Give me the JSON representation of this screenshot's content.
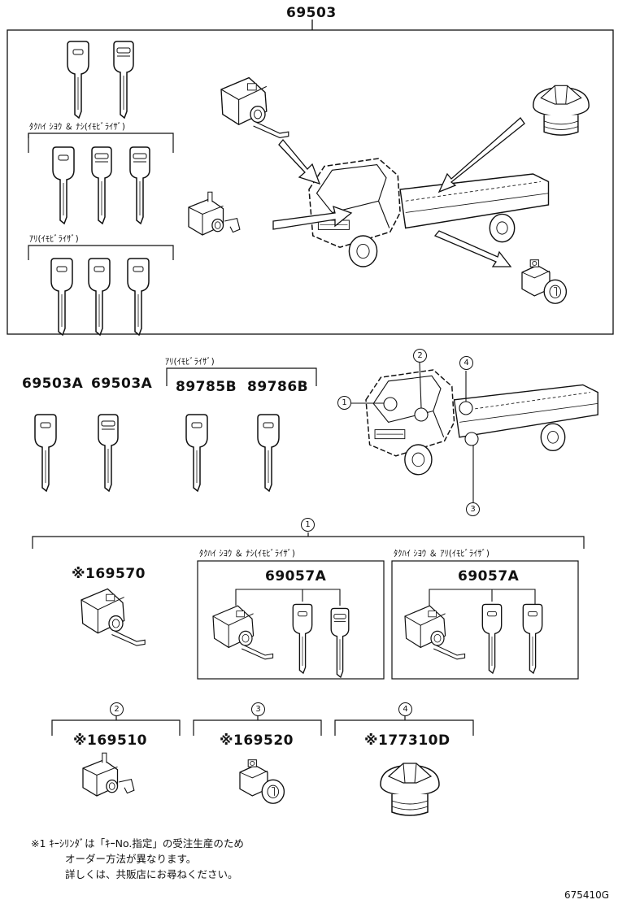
{
  "top_assembly": {
    "part_number": "69503",
    "label_set1": "ﾀｸﾊｲ ｼﾖｳ ＆ ﾅｼ(ｲﾓﾋﾞﾗｲｻﾞ)",
    "label_set2": "ｱﾘ(ｲﾓﾋﾞﾗｲｻﾞ)"
  },
  "key_parts": {
    "immobilizer_label": "ｱﾘ(ｲﾓﾋﾞﾗｲｻﾞ)",
    "numbers": [
      "69503A",
      "69503A",
      "89785B",
      "89786B"
    ]
  },
  "callouts": {
    "c1": "1",
    "c2": "2",
    "c3": "3",
    "c4": "4"
  },
  "group1": {
    "callout": "1",
    "part_a": "※169570",
    "box1_label": "ﾀｸﾊｲ ｼﾖｳ ＆ ﾅｼ(ｲﾓﾋﾞﾗｲｻﾞ)",
    "box1_number": "69057A",
    "box2_label": "ﾀｸﾊｲ ｼﾖｳ ＆ ｱﾘ(ｲﾓﾋﾞﾗｲｻﾞ)",
    "box2_number": "69057A"
  },
  "bottom_parts": [
    {
      "callout": "2",
      "number": "※169510"
    },
    {
      "callout": "3",
      "number": "※169520"
    },
    {
      "callout": "4",
      "number": "※177310D"
    }
  ],
  "note": {
    "line1": "※1 ｷｰｼﾘﾝﾀﾞは「ｷｰNo.指定」の受注生産のため",
    "line2": "オーダー方法が異なります。",
    "line3": "詳しくは、共販店にお尋ねください。"
  },
  "figure_code": "675410G"
}
